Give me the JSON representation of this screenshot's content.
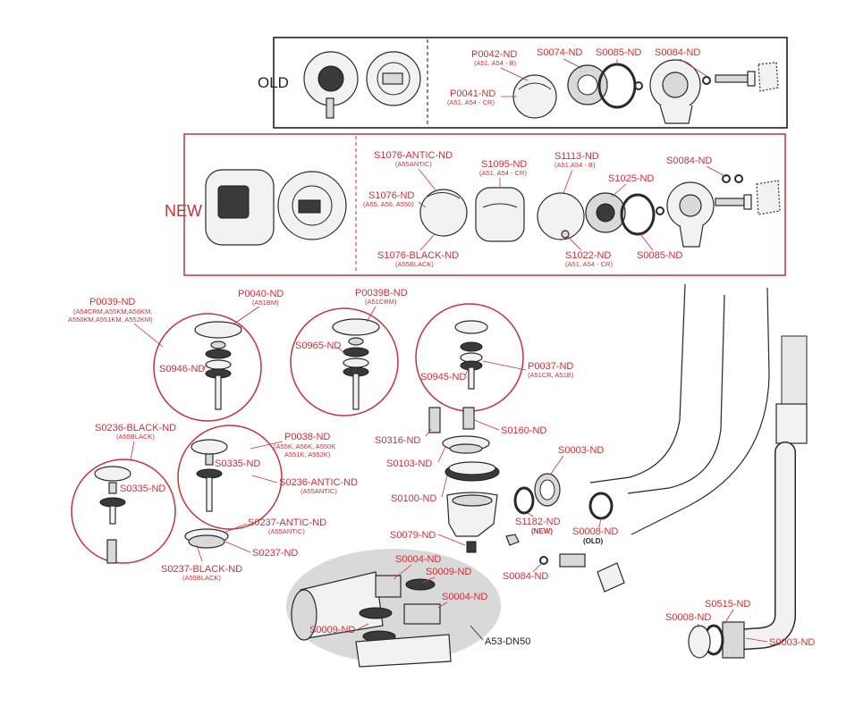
{
  "old_section": {
    "title": "OLD",
    "labels": {
      "p0042": "P0042-ND",
      "p0042_sub": "(A51, A54 - B)",
      "p0041": "P0041-ND",
      "p0041_sub": "(A51, A54 - CR)",
      "s0074": "S0074-ND",
      "s0085": "S0085-ND",
      "s0084": "S0084-ND"
    }
  },
  "new_section": {
    "title": "NEW",
    "labels": {
      "s1076_antic": "S1076-ANTIC-ND",
      "s1076_antic_sub": "(A55ANTIC)",
      "s1076": "S1076-ND",
      "s1076_sub": "(A55, A56, A550)",
      "s1076_black": "S1076-BLACK-ND",
      "s1076_black_sub": "(A55BLACK)",
      "s1095": "S1095-ND",
      "s1095_sub": "(A51, A54 - CR)",
      "s1113": "S1113-ND",
      "s1113_sub": "(A51,A54 - B)",
      "s1025": "S1025-ND",
      "s1022": "S1022-ND",
      "s1022_sub": "(A51, A54 - CR)",
      "s0084": "S0084-ND",
      "s0085": "S0085-ND"
    }
  },
  "plugs": {
    "p0039": "P0039-ND",
    "p0039_sub1": "(A54CRM,A55KM,A56KM,",
    "p0039_sub2": "A550KM,A551KM, A552KM)",
    "p0040": "P0040-ND",
    "p0040_sub": "(A51BM)",
    "s0946": "S0946-ND",
    "p0039b": "P0039B-ND",
    "p0039b_sub": "(A51CRM)",
    "s0965": "S0965-ND",
    "s0945": "S0945-ND",
    "p0037": "P0037-ND",
    "p0037_sub": "(A51CR, A51B)",
    "s0236_black": "S0236-BLACK-ND",
    "s0236_black_sub": "(A55BLACK)",
    "s0335_a": "S0335-ND",
    "p0038": "P0038-ND",
    "p0038_sub1": "(A55K, A56K, A550K",
    "p0038_sub2": "A551K, A552K)",
    "s0335_b": "S0335-ND",
    "s0236_antic": "S0236-ANTIC-ND",
    "s0236_antic_sub": "(A55ANTIC)",
    "s0237_antic": "S0237-ANTIC-ND",
    "s0237_antic_sub": "(A55ANTIC)",
    "s0237": "S0237-ND",
    "s0237_black": "S0237-BLACK-ND",
    "s0237_black_sub": "(A55BLACK)"
  },
  "drain": {
    "s0316": "S0316-ND",
    "s0160": "S0160-ND",
    "s0103": "S0103-ND",
    "s0100": "S0100-ND",
    "s0003_top": "S0003-ND",
    "s1182": "S1182-ND",
    "s1182_note": "(NEW)",
    "s0008": "S0008-ND",
    "s0008_note": "(OLD)",
    "s0079": "S0079-ND",
    "s0084": "S0084-ND"
  },
  "siphon": {
    "s0004_a": "S0004-ND",
    "s0009_a": "S0009-ND",
    "s0004_b": "S0004-ND",
    "s0009_b": "S0009-ND",
    "model": "A53-DN50"
  },
  "overflow_pipe": {
    "s0515": "S0515-ND",
    "s0008": "S0008-ND",
    "s0003": "S0003-ND"
  }
}
